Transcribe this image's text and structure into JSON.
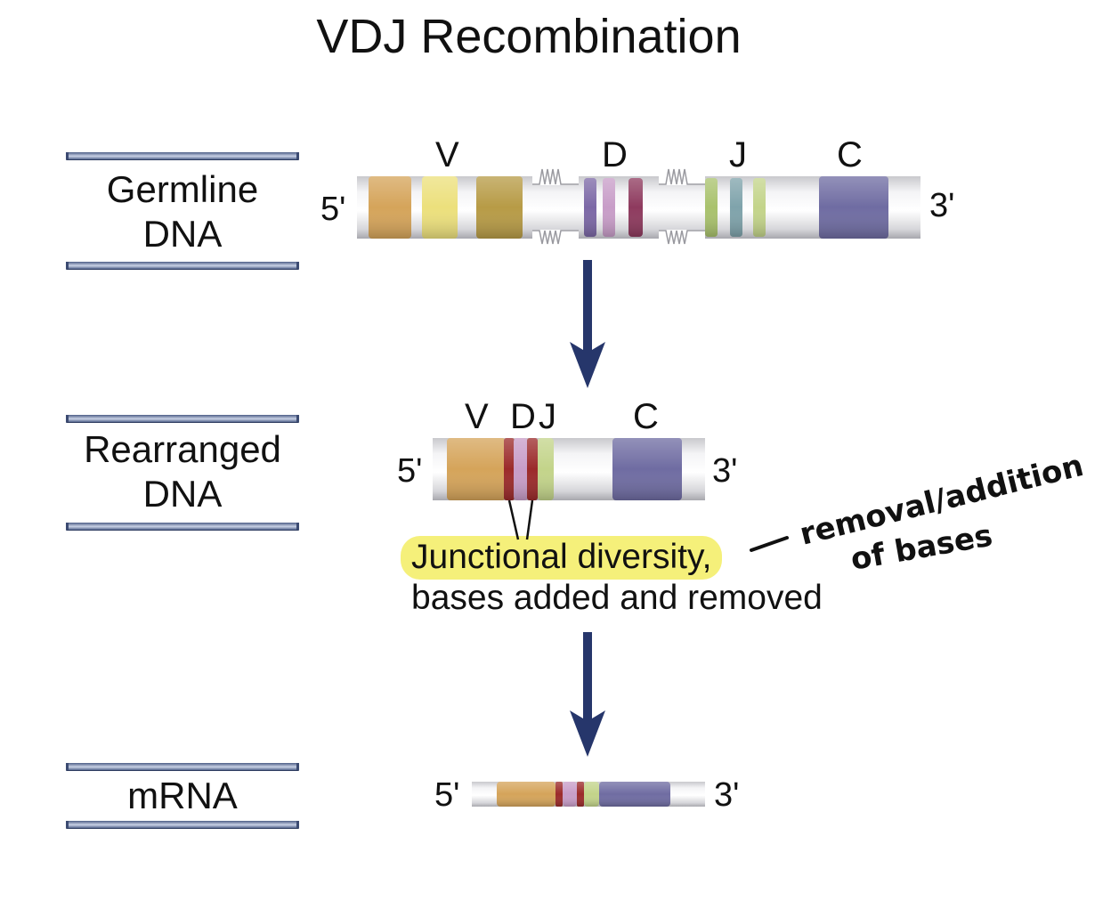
{
  "title": "VDJ Recombination",
  "stages": [
    {
      "label_line1": "Germline",
      "label_line2": "DNA"
    },
    {
      "label_line1": "Rearranged",
      "label_line2": "DNA"
    },
    {
      "label_line1": "mRNA",
      "label_line2": ""
    }
  ],
  "germline": {
    "five_prime": "5'",
    "three_prime": "3'",
    "segment_labels": {
      "v": "V",
      "d": "D",
      "j": "J",
      "c": "C"
    }
  },
  "rearranged": {
    "five_prime": "5'",
    "three_prime": "3'",
    "segment_labels": {
      "vdj_v": "V",
      "vdj_d": "D",
      "vdj_j": "J",
      "c": "C"
    }
  },
  "mrna": {
    "five_prime": "5'",
    "three_prime": "3'"
  },
  "annotation": {
    "highlighted": "Junctional diversity,",
    "continuation": "bases added and removed"
  },
  "handwritten_note": {
    "line1": "removal/addition",
    "line2": "of bases"
  },
  "colors": {
    "v1": "#d5a45a",
    "v2": "#ece07c",
    "v3": "#b79b46",
    "d1": "#7c68a6",
    "d2": "#c89dc8",
    "d3": "#8e3a5e",
    "j1": "#a9c26d",
    "j2": "#7fa3ab",
    "j3": "#c3d48a",
    "c": "#6f6ca2",
    "junction_red": "#9b2a2a",
    "arrow": "#26366b",
    "highlight": "#f5f07a"
  }
}
